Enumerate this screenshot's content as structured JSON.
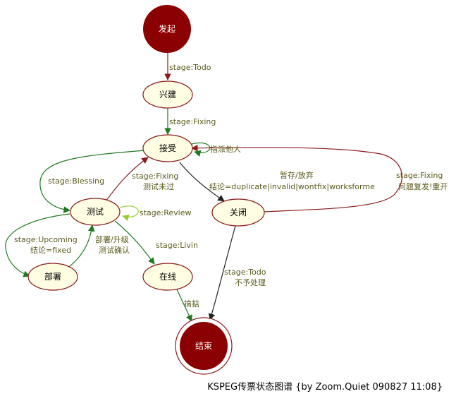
{
  "colors": {
    "terminal_fill": "#8b0000",
    "state_fill": "#fffde2",
    "state_stroke": "#8b1a1a",
    "edge_dark_red": "#8b1a1a",
    "edge_green": "#1f7a1f",
    "edge_black": "#222222",
    "edge_yellowgreen": "#9acd32",
    "label_text": "#5b5a1c"
  },
  "nodes": {
    "start": "发起",
    "build": "兴建",
    "accept": "接受",
    "test": "测试",
    "deploy": "部署",
    "online": "在线",
    "close": "关闭",
    "end": "结束"
  },
  "edges": {
    "start_build": "stage:Todo",
    "build_accept": "stage:Fixing",
    "accept_self": "指派他人",
    "accept_test": "stage:Blessing",
    "test_accept_1": "stage:Fixing",
    "test_accept_2": "测试未过",
    "test_self": "stage:Review",
    "test_deploy_1": "stage:Upcoming",
    "test_deploy_2": "结论=fixed",
    "deploy_test_1": "部署/升级",
    "deploy_test_2": "测试确认",
    "test_online": "stage:Livin",
    "online_end": "搞掂",
    "accept_close_1": "暂存/放弃",
    "accept_close_2": "结论=duplicate|invalid|wontfix|worksforme",
    "close_accept_1": "stage:Fixing",
    "close_accept_2": "问题复发!重开",
    "close_end_1": "stage:Todo",
    "close_end_2": "不予处理"
  },
  "caption": "KSPEG传票状态图谱 {by Zoom.Quiet 090827 11:08}"
}
